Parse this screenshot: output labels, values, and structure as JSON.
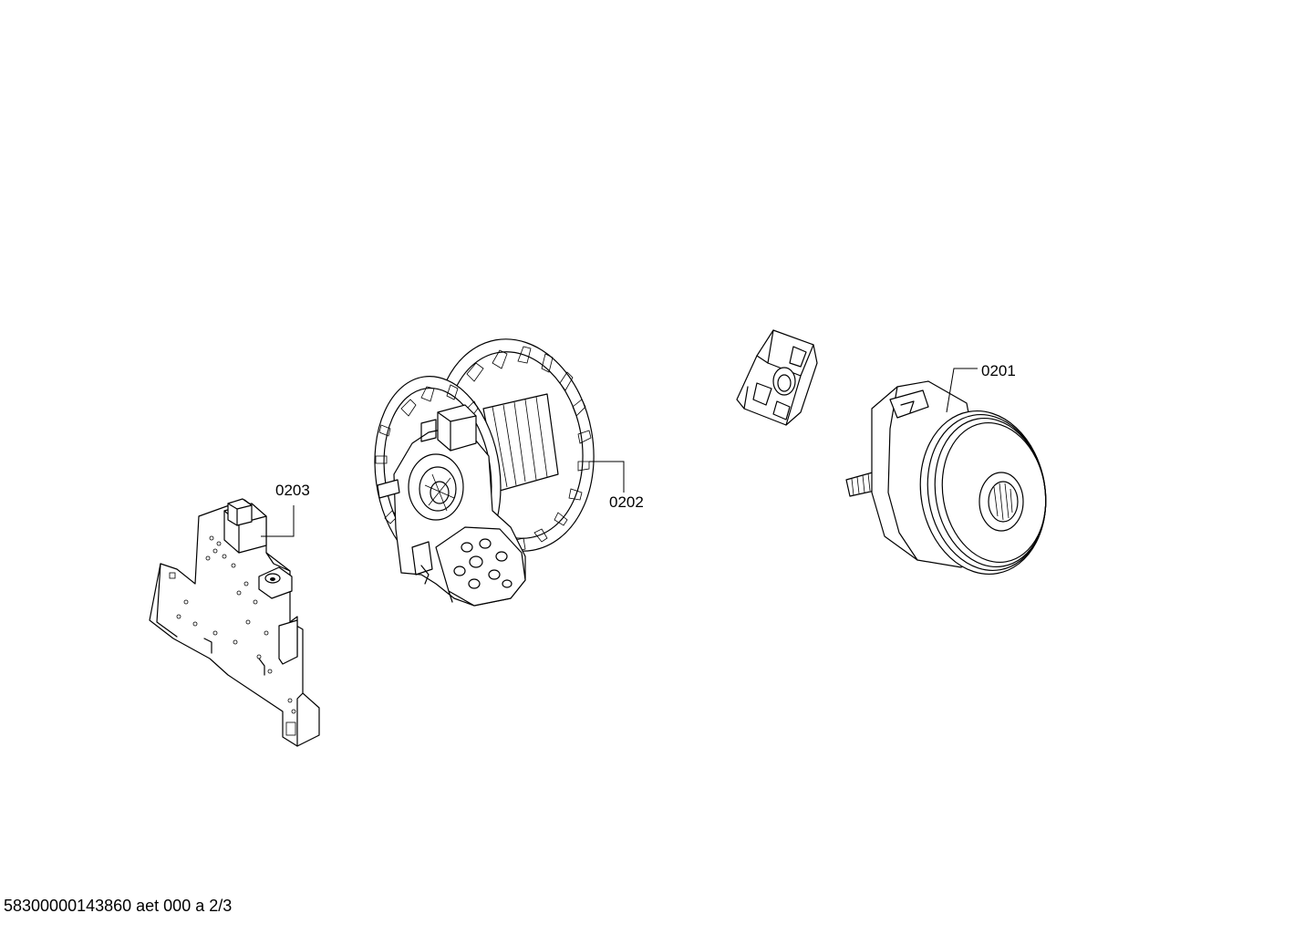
{
  "parts": [
    {
      "id": "0201",
      "label": "0201"
    },
    {
      "id": "0202",
      "label": "0202"
    },
    {
      "id": "0203",
      "label": "0203"
    }
  ],
  "footer": "58300000143860 aet 000 a 2/3"
}
